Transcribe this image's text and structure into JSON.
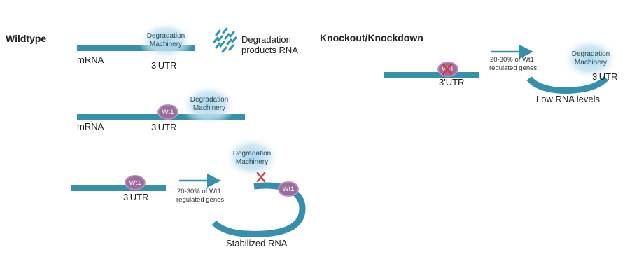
{
  "headers": {
    "wildtype": "Wildtype",
    "knockout": "Knockout/Knockdown"
  },
  "labels": {
    "mrna": "mRNA",
    "utr": "3'UTR",
    "degradation_machinery_line1": "Degradation",
    "degradation_machinery_line2": "Machinery",
    "degradation_products_line1": "Degradation",
    "degradation_products_line2": "products RNA",
    "wt1": "Wt1",
    "regulated_line1": "20-30% of Wt1",
    "regulated_line2": "regulated genes",
    "stabilized_rna": "Stabilized RNA",
    "low_rna_levels": "Low RNA levels"
  },
  "colors": {
    "rna": "#3690ab",
    "wt1_fill": "#9a6d9e",
    "wt1_stroke": "#b892bc",
    "machinery_glow": "#a9d5ea",
    "x_mark": "#d63a3a",
    "products": "#2a94c2",
    "products_glow": "#fff7c6"
  }
}
